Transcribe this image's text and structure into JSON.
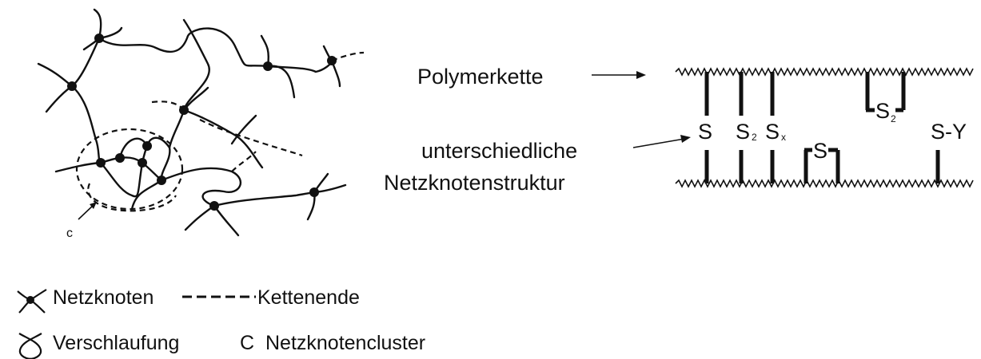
{
  "network_diagram": {
    "cluster_label": "c"
  },
  "annotations": {
    "polymer_chain": "Polymerkette",
    "crosslink_structure_line1": "unterschiedliche",
    "crosslink_structure_line2": "Netzknotenstruktur"
  },
  "crosslinks": {
    "s": "S",
    "s2_main": "S",
    "s2_sub": "2",
    "sx_main": "S",
    "sx_sub": "x",
    "s_loop": "S",
    "s2_top_main": "S",
    "s2_top_sub": "2",
    "s_y": "S-Y"
  },
  "legend": {
    "crosslink": "Netzknoten",
    "chain_end": "Kettenende",
    "entanglement": "Verschlaufung",
    "cluster_symbol": "C",
    "cluster": "Netzknotencluster"
  }
}
